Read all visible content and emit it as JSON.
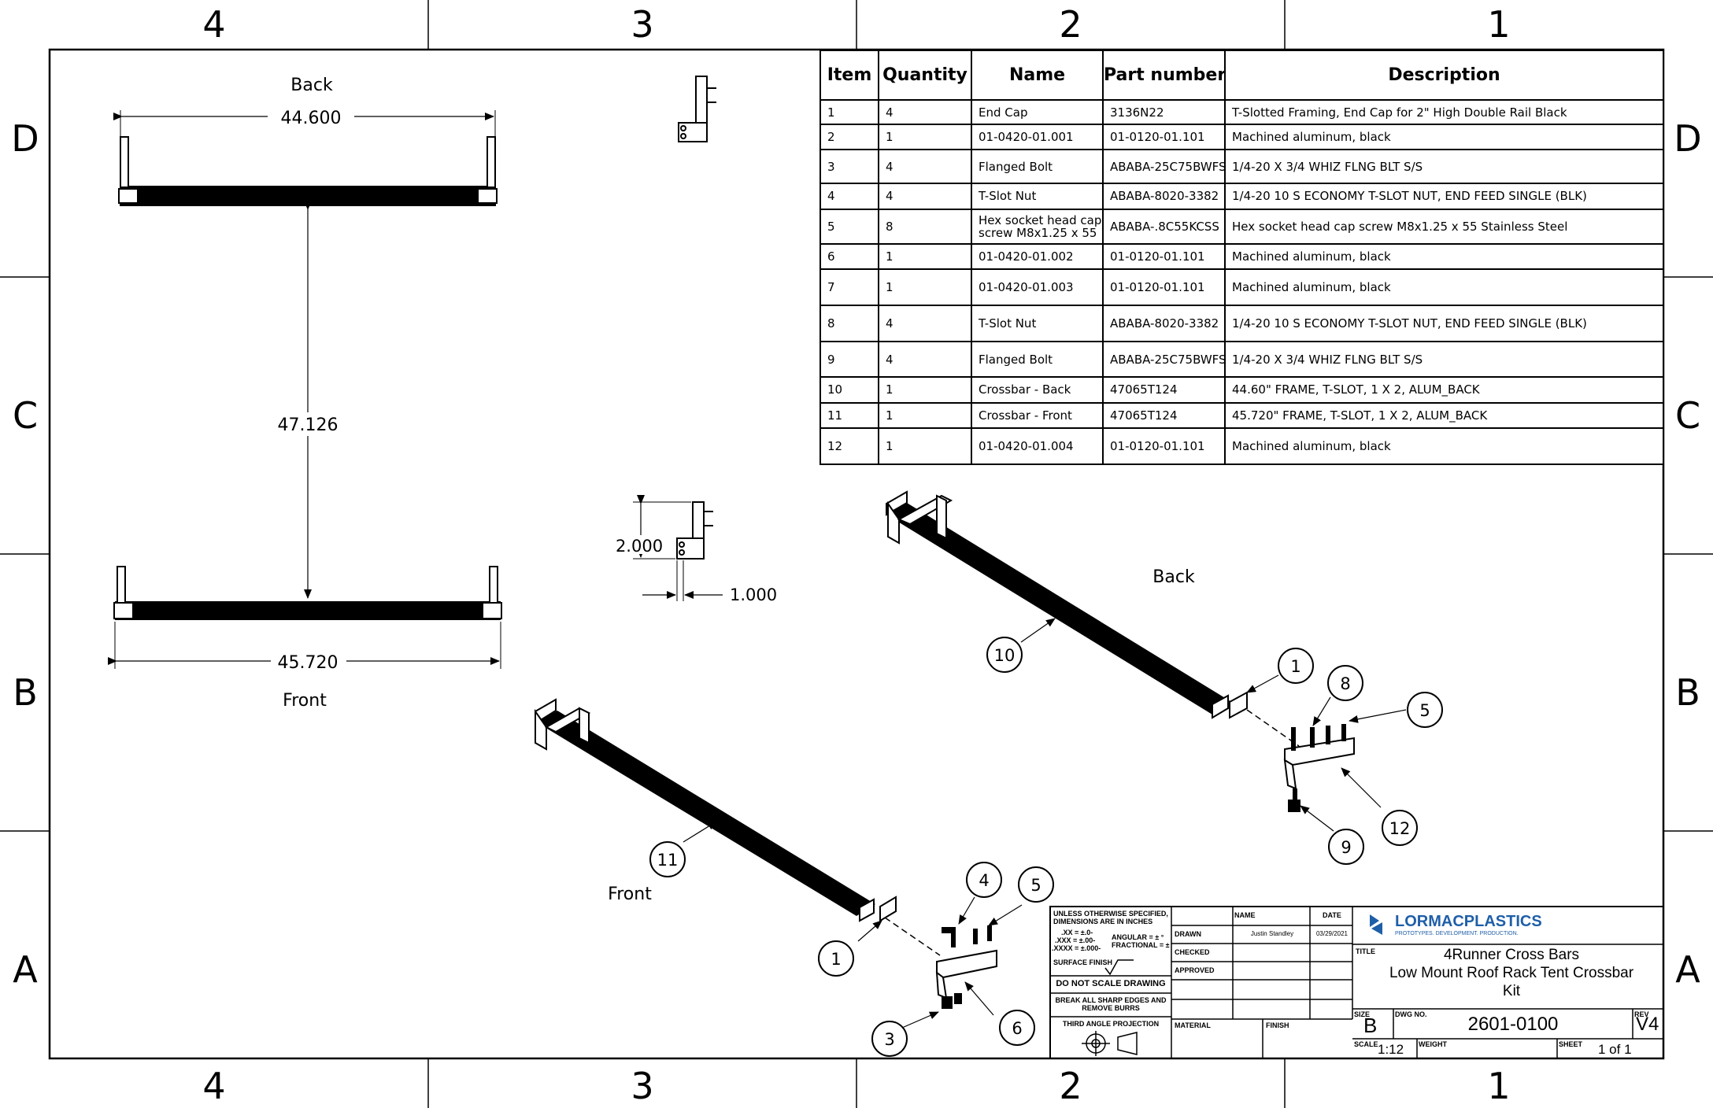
{
  "zones": {
    "columns": [
      "4",
      "3",
      "2",
      "1"
    ],
    "rows": [
      "D",
      "C",
      "B",
      "A"
    ]
  },
  "views": {
    "back_label": "Back",
    "front_label": "Front",
    "iso_back_label": "Back",
    "iso_front_label": "Front",
    "dim_back_width": "44.600",
    "dim_spacing": "47.126",
    "dim_front_width": "45.720",
    "dim_bracket_height": "2.000",
    "dim_bracket_width": "1.000"
  },
  "balloons": {
    "b10": "10",
    "b1_back": "1",
    "b8": "8",
    "b5_back": "5",
    "b12": "12",
    "b9": "9",
    "b11": "11",
    "b1_front": "1",
    "b4": "4",
    "b5_front": "5",
    "b6": "6",
    "b3": "3"
  },
  "bom": {
    "headers": [
      "Item",
      "Quantity",
      "Name",
      "Part number",
      "Description"
    ],
    "rows": [
      [
        "1",
        "4",
        "End Cap",
        "3136N22",
        "T-Slotted Framing, End Cap for 2\" High Double Rail Black"
      ],
      [
        "2",
        "1",
        "01-0420-01.001",
        "01-0120-01.101",
        "Machined aluminum, black"
      ],
      [
        "3",
        "4",
        "Flanged Bolt",
        "ABABA-25C75BWFS",
        "1/4-20 X 3/4 WHIZ FLNG BLT S/S"
      ],
      [
        "4",
        "4",
        "T-Slot Nut",
        "ABABA-8020-3382",
        "1/4-20 10 S ECONOMY T-SLOT NUT, END FEED SINGLE (BLK)"
      ],
      [
        "5",
        "8",
        "Hex socket head cap screw M8x1.25 x 55",
        "ABABA-.8C55KCSS",
        "Hex socket head cap screw M8x1.25 x 55 Stainless Steel"
      ],
      [
        "6",
        "1",
        "01-0420-01.002",
        "01-0120-01.101",
        "Machined aluminum, black"
      ],
      [
        "7",
        "1",
        "01-0420-01.003",
        "01-0120-01.101",
        "Machined aluminum, black"
      ],
      [
        "8",
        "4",
        "T-Slot Nut",
        "ABABA-8020-3382",
        "1/4-20 10 S ECONOMY T-SLOT NUT, END FEED SINGLE (BLK)"
      ],
      [
        "9",
        "4",
        "Flanged Bolt",
        "ABABA-25C75BWFS",
        "1/4-20 X 3/4 WHIZ FLNG BLT S/S"
      ],
      [
        "10",
        "1",
        "Crossbar - Back",
        "47065T124",
        "44.60\" FRAME, T-SLOT, 1 X 2,  ALUM_BACK"
      ],
      [
        "11",
        "1",
        "Crossbar - Front",
        "47065T124",
        "45.720\" FRAME, T-SLOT, 1 X 2,  ALUM_BACK"
      ],
      [
        "12",
        "1",
        "01-0420-01.004",
        "01-0120-01.101",
        "Machined aluminum, black"
      ]
    ]
  },
  "title_block": {
    "tolerance_note": "UNLESS OTHERWISE SPECIFIED, DIMENSIONS ARE IN INCHES",
    "tol_1": ".XX = ±.0-",
    "tol_2": ".XXX = ±.00-",
    "tol_3": ".XXXX = ±.000-",
    "tol_angular": "ANGULAR = ± °",
    "tol_fractional": "FRACTIONAL = ±",
    "surface_finish": "SURFACE FINISH",
    "do_not_scale": "DO NOT SCALE DRAWING",
    "break_edges": "BREAK ALL SHARP EDGES AND REMOVE BURRS",
    "projection": "THIRD ANGLE PROJECTION",
    "col_name": "NAME",
    "col_date": "DATE",
    "drawn": "DRAWN",
    "drawn_name": "Justin Standley",
    "drawn_date": "03/29/2021",
    "checked": "CHECKED",
    "approved": "APPROVED",
    "material": "MATERIAL",
    "finish": "FINISH",
    "company": "LORMACPLASTICS",
    "company_tagline": "PROTOTYPES. DEVELOPMENT. PRODUCTION.",
    "title_label": "TITLE",
    "title_line1": "4Runner Cross Bars",
    "title_line2": "Low Mount Roof Rack Tent Crossbar",
    "title_line3": "Kit",
    "size_label": "SIZE",
    "size": "B",
    "dwg_no_label": "DWG NO.",
    "dwg_no": "2601-0100",
    "rev_label": "REV",
    "rev": "V4",
    "scale_label": "SCALE",
    "scale": "1:12",
    "weight_label": "WEIGHT",
    "sheet_label": "SHEET",
    "sheet": "1 of 1"
  },
  "colors": {
    "ink": "#000000",
    "brand_blue": "#1f5fa8"
  }
}
